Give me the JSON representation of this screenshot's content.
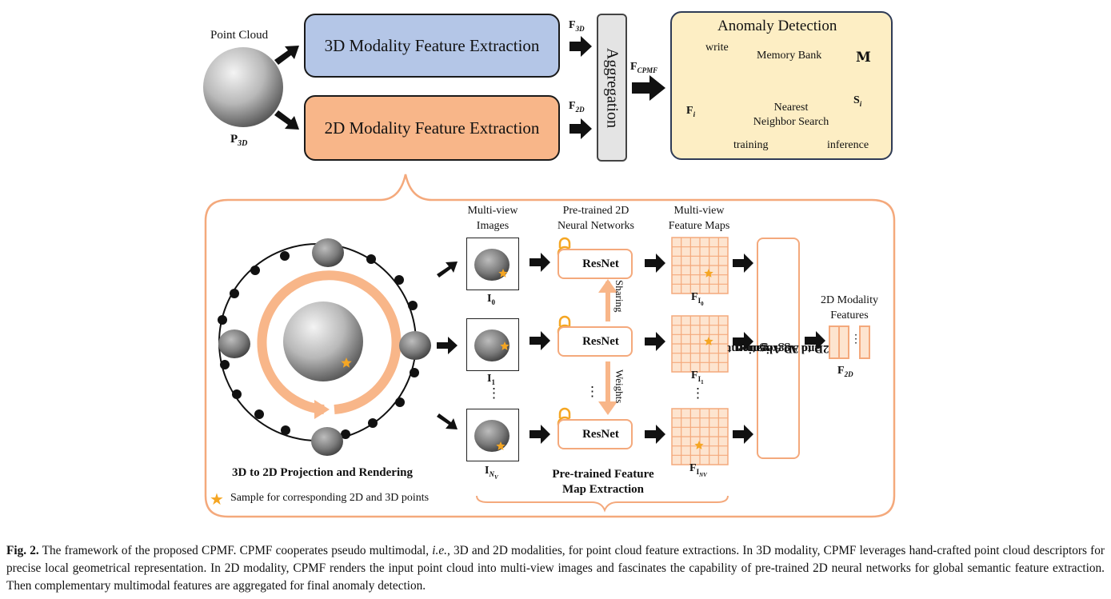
{
  "top": {
    "point_cloud_label": "Point Cloud",
    "p3d_main": "P",
    "p3d_sub": "3D",
    "modality_3d": "3D Modality Feature Extraction",
    "modality_2d": "2D Modality Feature Extraction",
    "f3d_main": "F",
    "f3d_sub": "3D",
    "f2d_main": "F",
    "f2d_sub": "2D",
    "aggregation": "Aggregation",
    "fcpmf_main": "F",
    "fcpmf_sub": "CPMF"
  },
  "anomaly": {
    "title": "Anomaly Detection",
    "write": "write",
    "memory_bank": "Memory Bank",
    "memory_symbol": "M",
    "fi_main": "F",
    "fi_sub": "i",
    "nn_line1": "Nearest",
    "nn_line2": "Neighbor Search",
    "si_main": "S",
    "si_sub": "i",
    "legend_training": "training",
    "legend_inference": "inference"
  },
  "bottom": {
    "multiview_images_l1": "Multi-view",
    "multiview_images_l2": "Images",
    "pretrained_l1": "Pre-trained 2D",
    "pretrained_l2": "Neural Networks",
    "featuremaps_l1": "Multi-view",
    "featuremaps_l2": "Feature Maps",
    "resnet": "ResNet",
    "sharing": "Sharing",
    "weights": "Weights",
    "img_main": "I",
    "img_sub0": "0",
    "img_sub1": "1",
    "img_subN": "N",
    "img_subN_sub": "V",
    "fmap_main": "F",
    "ellipsis": "⋮",
    "align_l1": "2D to 3D Alignment",
    "align_l2": "and Aggregation",
    "modality_features_l1": "2D Modality",
    "modality_features_l2": "Features",
    "f2d_main": "F",
    "f2d_sub": "2D",
    "projection_label": "3D to 2D Projection and Rendering",
    "extraction_l1": "Pre-trained Feature",
    "extraction_l2": "Map Extraction",
    "star_legend": "Sample for corresponding 2D and 3D points"
  },
  "caption": {
    "label": "Fig. 2.",
    "text_1": "The framework of the proposed CPMF. CPMF cooperates pseudo multimodal,",
    "ie": "i.e.",
    "text_2": ", 3D and 2D modalities, for point cloud feature extractions. In 3D modality, CPMF leverages hand-crafted point cloud descriptors for precise local geometrical representation. In 2D modality, CPMF renders the input point cloud into multi-view images and fascinates the capability of pre-trained 2D neural networks for global semantic feature extraction. Then complementary multimodal features are aggregated for final anomaly detection."
  },
  "colors": {
    "blue_box": "#b4c6e7",
    "orange_box": "#f8b689",
    "orange_line": "#f4a97c",
    "anomaly_bg": "#fdeec4",
    "star": "#f5a623"
  }
}
